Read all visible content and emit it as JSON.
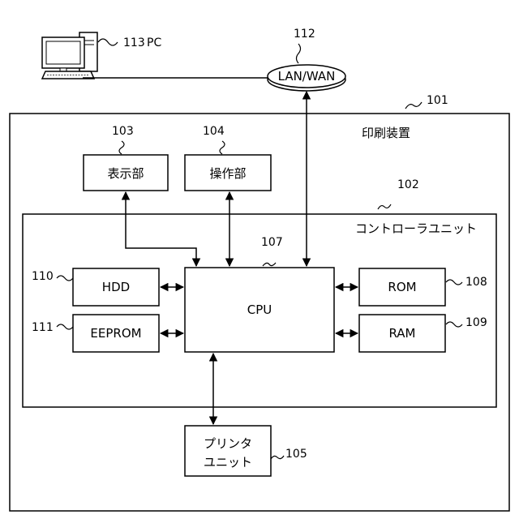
{
  "pc": {
    "ref": "113",
    "label": "PC"
  },
  "network": {
    "ref": "112",
    "label": "LAN/WAN"
  },
  "device": {
    "ref": "101",
    "label": "印刷装置"
  },
  "display_unit": {
    "ref": "103",
    "label": "表示部"
  },
  "operation_unit": {
    "ref": "104",
    "label": "操作部"
  },
  "controller": {
    "ref": "102",
    "label": "コントローラユニット"
  },
  "cpu": {
    "ref": "107",
    "label": "CPU"
  },
  "hdd": {
    "ref": "110",
    "label": "HDD"
  },
  "eeprom": {
    "ref": "111",
    "label": "EEPROM"
  },
  "rom": {
    "ref": "108",
    "label": "ROM"
  },
  "ram": {
    "ref": "109",
    "label": "RAM"
  },
  "printer_unit": {
    "ref": "105",
    "label_line1": "プリンタ",
    "label_line2": "ユニット"
  }
}
